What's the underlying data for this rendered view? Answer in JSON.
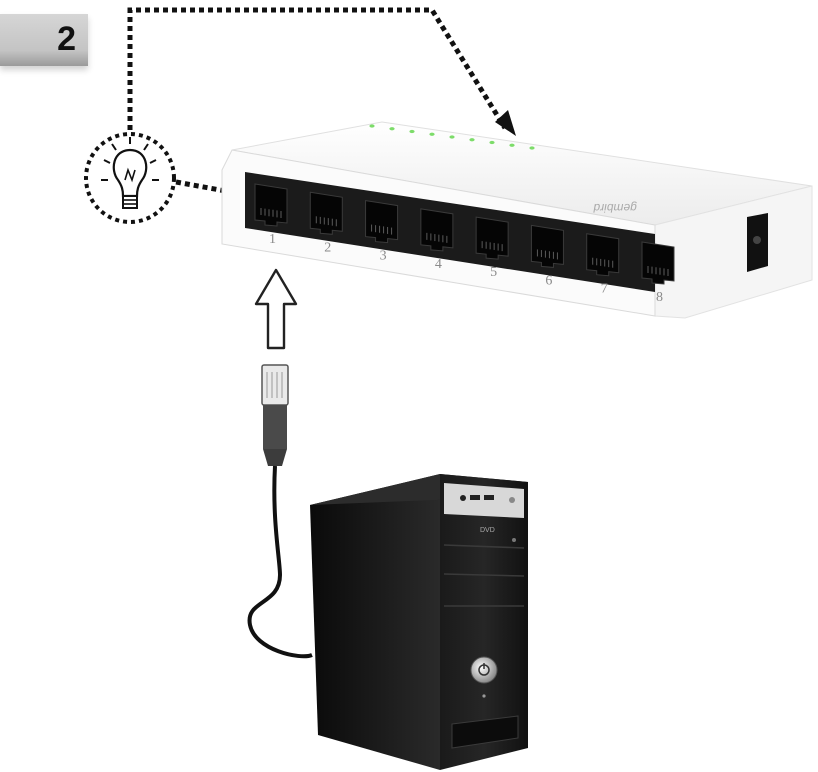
{
  "step": {
    "number": "2"
  },
  "switch": {
    "brand": "gembird",
    "ports": [
      {
        "label": "1"
      },
      {
        "label": "2"
      },
      {
        "label": "3"
      },
      {
        "label": "4"
      },
      {
        "label": "5"
      },
      {
        "label": "6"
      },
      {
        "label": "7"
      },
      {
        "label": "8"
      }
    ],
    "led_count": 9,
    "led_color": "#7ddc6a"
  },
  "colors": {
    "dotted_line": "#111111",
    "switch_body": "#f2f2f2",
    "computer_body": "#151515"
  },
  "icons": {
    "bulb": "lightbulb-icon",
    "arrow": "up-arrow-icon",
    "cable": "ethernet-plug-icon",
    "computer": "desktop-tower-icon"
  }
}
